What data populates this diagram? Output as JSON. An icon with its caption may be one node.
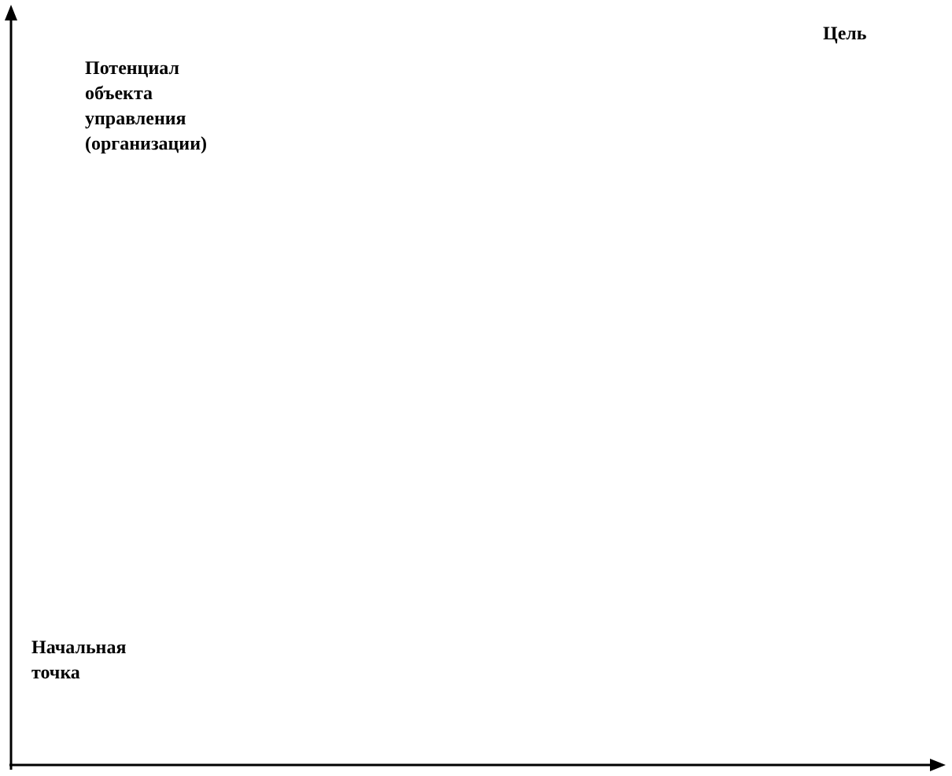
{
  "diagram": {
    "labels": [
      "Цель",
      "Потенциал объекта управления (организации)",
      "Начальная точка"
    ]
  }
}
